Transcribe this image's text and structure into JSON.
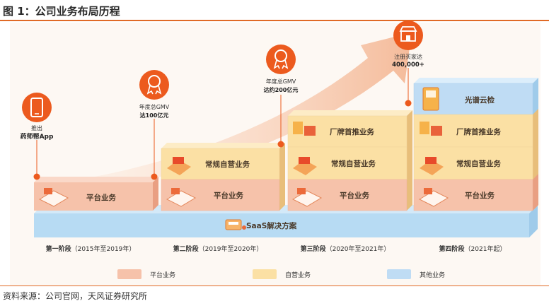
{
  "header": {
    "title": "图 1：公司业务布局历程"
  },
  "footer": {
    "source": "资料来源：公司官网，天风证券研究所"
  },
  "colors": {
    "platform": "#f6c2aa",
    "self_operated": "#fbe0a4",
    "other": "#bfdcf4",
    "saas": "#b7dbf3",
    "accent": "#ec5a1e"
  },
  "milestones": [
    {
      "icon": "phone-icon",
      "lines": [
        "推出",
        "药师帮App"
      ]
    },
    {
      "icon": "award-icon",
      "lines": [
        "年度总GMV",
        "达100亿元"
      ]
    },
    {
      "icon": "award-icon",
      "lines": [
        "年度总GMV",
        "达约200亿元"
      ]
    },
    {
      "icon": "store-icon",
      "lines": [
        "注册买家达",
        "400,000+"
      ]
    }
  ],
  "stages": [
    {
      "name": "第一阶段",
      "period": "（2015年至2019年）"
    },
    {
      "name": "第二阶段",
      "period": "（2019年至2020年）"
    },
    {
      "name": "第三阶段",
      "period": "（2020年至2021年）"
    },
    {
      "name": "第四阶段",
      "period": "（2021年起）"
    }
  ],
  "blocks": {
    "platform": "平台业务",
    "self_operated": "常规自营业务",
    "brand_first": "厂牌首推业务",
    "cloud": "光谱云检",
    "saas": "SaaS解决方案"
  },
  "legend": [
    {
      "label": "平台业务",
      "color": "#f6c2aa"
    },
    {
      "label": "自营业务",
      "color": "#fbe0a4"
    },
    {
      "label": "其他业务",
      "color": "#bfdcf4"
    }
  ]
}
